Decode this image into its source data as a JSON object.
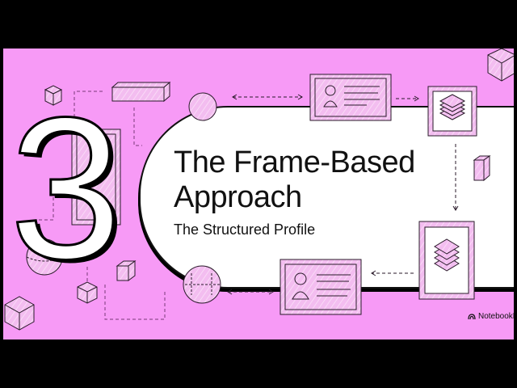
{
  "slide": {
    "number": "3",
    "title_line1": "The Frame-Based",
    "title_line2": "Approach",
    "subtitle": "The Structured Profile",
    "brand": {
      "label": "NotebookLM",
      "icon": "notebooklm-logo-icon"
    }
  },
  "colors": {
    "background": "#f79af6",
    "panel": "#ffffff",
    "outline": "#111111",
    "accent_fill": "#f5c2f1",
    "letterbox": "#000000"
  },
  "illustrations": {
    "icons": [
      "cube-icon",
      "rectangular-prism-icon",
      "sphere-icon",
      "profile-card-icon",
      "stacked-layers-icon",
      "wireframe-cube-icon",
      "dashed-arrow-icon"
    ]
  }
}
